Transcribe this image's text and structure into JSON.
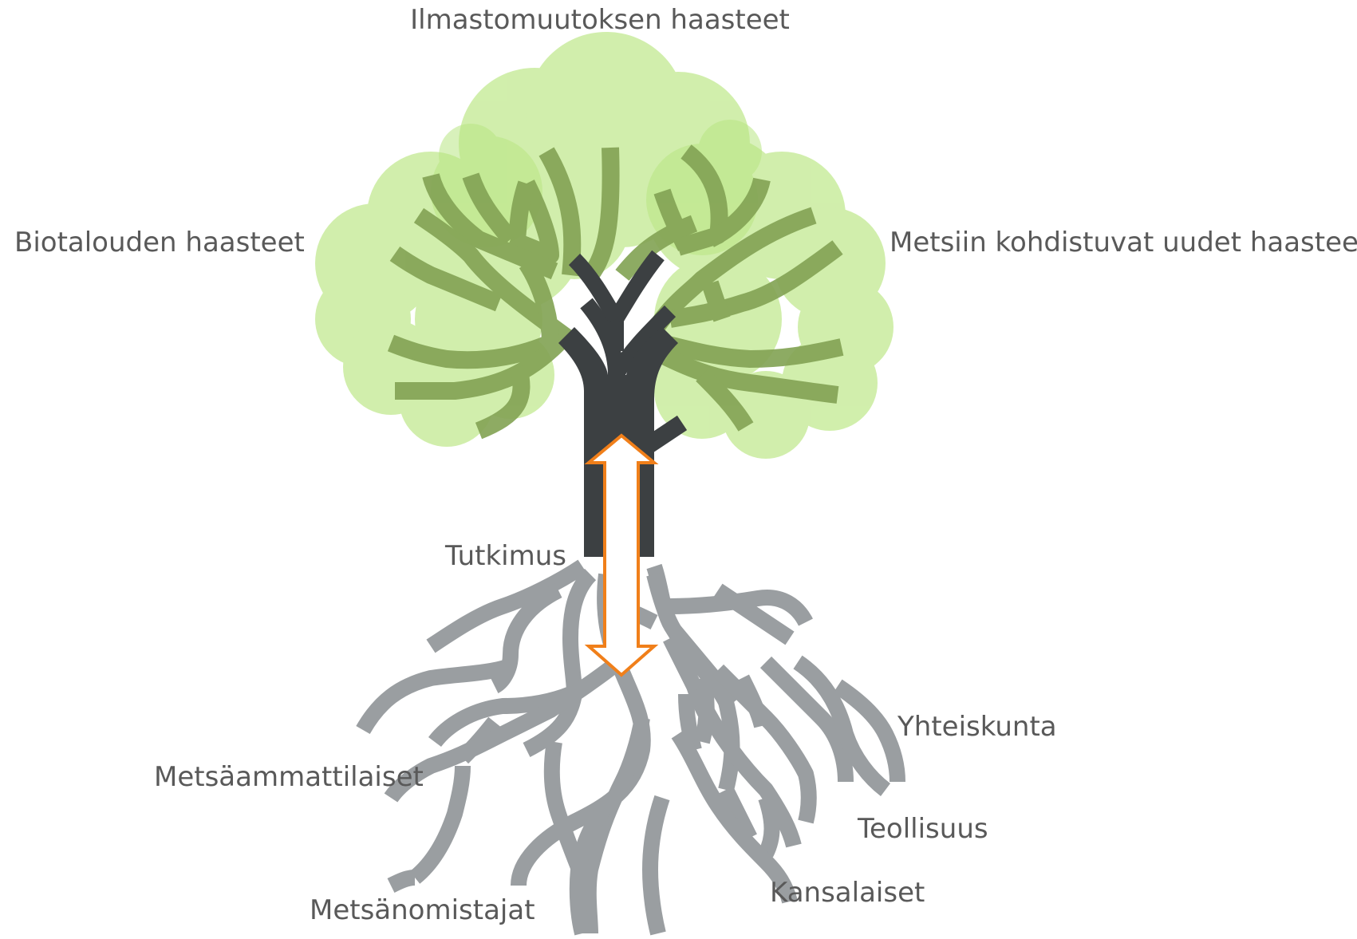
{
  "labels": {
    "top": "Ilmastomuutoksen haasteet",
    "left": "Biotalouden haasteet",
    "right": "Metsiin kohdistuvat uudet haasteet",
    "research": "Tutkimus",
    "yhteiskunta": "Yhteiskunta",
    "metsaammattilaiset": "Metsäammattilaiset",
    "teollisuus": "Teollisuus",
    "kansalaiset": "Kansalaiset",
    "metsanomistajat": "Metsänomistajat"
  },
  "colors": {
    "foliage": "#cfeea8",
    "foliage_dark": "#b9e684",
    "branches": "#84a456",
    "trunk": "#3c4042",
    "roots": "#9a9ea1",
    "arrow": "#f07f1a"
  }
}
